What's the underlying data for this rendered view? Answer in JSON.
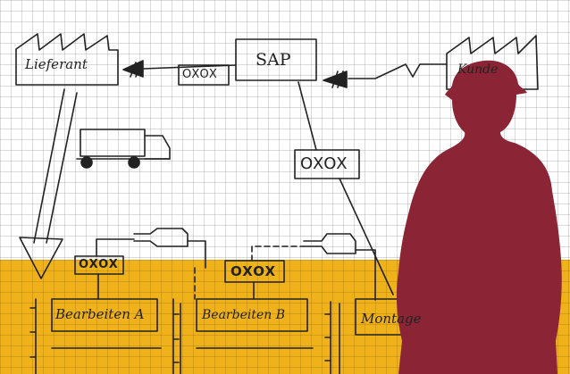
{
  "colors": {
    "background": "#ffffff",
    "grid_line": "#b8b8b8",
    "highlight_band": "#f0b21a",
    "silhouette": "#8b2535",
    "ink": "#222222"
  },
  "diagram": {
    "supplier_label": "Lieferant",
    "system_label": "SAP",
    "customer_label": "Kunde",
    "kanban_cards": [
      "OXOX",
      "OXOX",
      "OXOX",
      "OXOX"
    ],
    "process_steps": [
      "Bearbeiten A",
      "Bearbeiten B",
      "Montage"
    ]
  },
  "icons": [
    "factory-icon",
    "truck-icon",
    "worker-silhouette"
  ]
}
